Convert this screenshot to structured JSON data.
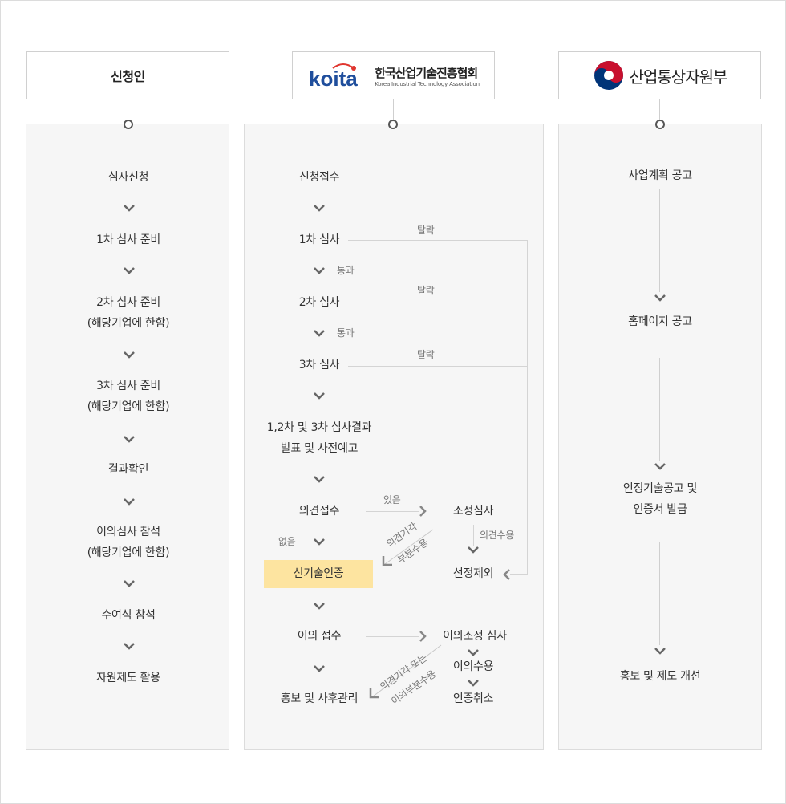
{
  "columns": {
    "applicant": {
      "title": "신청인",
      "steps": [
        "심사신청",
        "1차 심사 준비",
        "2차 심사 준비",
        "(해당기업에 한함)",
        "3차 심사 준비",
        "(해당기업에 한함)",
        "결과확인",
        "이의심사 참석",
        "(해당기업에 한함)",
        "수여식 참석",
        "자원제도 활용"
      ]
    },
    "koita": {
      "logo_text": "koita",
      "org_name": "한국산업기술진흥협회",
      "org_name_en": "Korea Industrial Technology Association",
      "steps": {
        "receipt": "신청접수",
        "first": "1차 심사",
        "second": "2차 심사",
        "third": "3차 심사",
        "announce_1": "1,2차 및 3차 심사결과",
        "announce_2": "발표 및 사전예고",
        "opinion": "의견접수",
        "adjust": "조정심사",
        "cert": "신기술인증",
        "exclude": "선정제외",
        "objection": "이의 접수",
        "objection_review": "이의조정 심사",
        "objection_accept": "이의수용",
        "cert_cancel": "인증취소",
        "aftercare": "홍보 및 사후관리"
      },
      "labels": {
        "drop": "탈락",
        "pass": "통과",
        "yes": "있음",
        "no": "없음",
        "accept": "의견수용",
        "reject_partial_1": "의견기각",
        "reject_partial_2": "부분수용",
        "reject_or_1": "의견기각 또는",
        "reject_or_2": "이의부분수용"
      }
    },
    "ministry": {
      "title": "산업통상자원부",
      "steps": [
        "사업계획 공고",
        "홈페이지 공고",
        "인징기술공고 및",
        "인증서 발급",
        "홍보 및 제도 개선"
      ]
    }
  },
  "colors": {
    "highlight": "#fde4a0",
    "panel": "#f6f6f6",
    "koita_blue": "#1f4e9c",
    "koita_red": "#e0362f",
    "ministry_red": "#c8102e",
    "ministry_blue": "#003478"
  }
}
